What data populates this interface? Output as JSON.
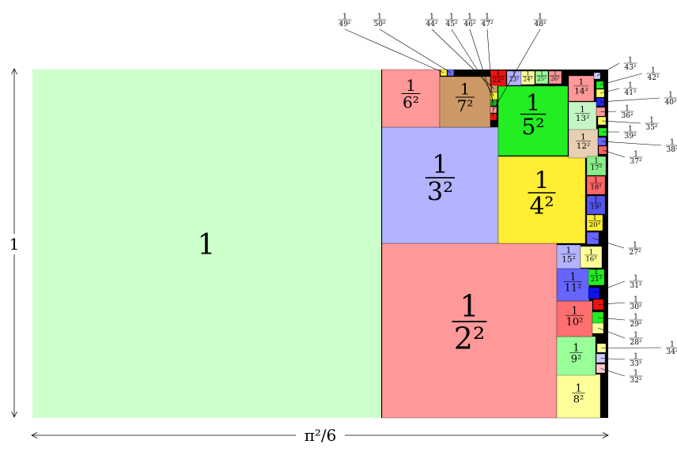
{
  "colors": {
    "background": "#ffffff",
    "frame": "#000000",
    "axis": "#000000"
  },
  "labels": {
    "height": "1",
    "width": "π²/6"
  },
  "squares": [
    {
      "n": 1,
      "label": "1",
      "color": "#ccffcc"
    },
    {
      "n": 2,
      "num": "1",
      "den": "2²",
      "color": "#ff9999"
    },
    {
      "n": 3,
      "num": "1",
      "den": "3²",
      "color": "#b3b3ff"
    },
    {
      "n": 4,
      "num": "1",
      "den": "4²",
      "color": "#ffee33"
    },
    {
      "n": 5,
      "num": "1",
      "den": "5²",
      "color": "#22ee22"
    },
    {
      "n": 6,
      "num": "1",
      "den": "6²",
      "color": "#ff9999"
    },
    {
      "n": 7,
      "num": "1",
      "den": "7²",
      "color": "#cc9966"
    },
    {
      "n": 8,
      "num": "1",
      "den": "8²",
      "color": "#ffff99"
    },
    {
      "n": 9,
      "num": "1",
      "den": "9²",
      "color": "#99ff99"
    },
    {
      "n": 10,
      "num": "1",
      "den": "10²",
      "color": "#ff6f6f"
    },
    {
      "n": 11,
      "num": "1",
      "den": "11²",
      "color": "#6666ff"
    },
    {
      "n": 12,
      "num": "1",
      "den": "12²",
      "color": "#e6cfb3"
    },
    {
      "n": 13,
      "num": "1",
      "den": "13²",
      "color": "#c5f5c5"
    },
    {
      "n": 14,
      "num": "1",
      "den": "14²",
      "color": "#ff9999"
    },
    {
      "n": 15,
      "num": "1",
      "den": "15²",
      "color": "#b3b3ff"
    },
    {
      "n": 16,
      "num": "1",
      "den": "16²",
      "color": "#ffff99"
    },
    {
      "n": 17,
      "num": "1",
      "den": "17²",
      "color": "#88ee88"
    },
    {
      "n": 18,
      "num": "1",
      "den": "18²",
      "color": "#ff6666"
    },
    {
      "n": 19,
      "num": "1",
      "den": "19²",
      "color": "#5555ee"
    },
    {
      "n": 20,
      "num": "1",
      "den": "20²",
      "color": "#ffee33"
    },
    {
      "n": 21,
      "num": "1",
      "den": "21²",
      "color": "#22ee22"
    },
    {
      "n": 22,
      "num": "1",
      "den": "22²",
      "color": "#ee1111"
    },
    {
      "n": 23,
      "num": "1",
      "den": "23²",
      "color": "#b3b3ff"
    },
    {
      "n": 24,
      "num": "1",
      "den": "24²",
      "color": "#ffff99"
    },
    {
      "n": 25,
      "num": "1",
      "den": "25²",
      "color": "#99ff99"
    },
    {
      "n": 26,
      "num": "1",
      "den": "26²",
      "color": "#ff9999"
    },
    {
      "n": 27,
      "num": "1",
      "den": "27²",
      "color": "#6666ff"
    },
    {
      "n": 28,
      "num": "1",
      "den": "28²",
      "color": "#ffff99"
    },
    {
      "n": 29,
      "num": "1",
      "den": "29²",
      "color": "#22ee22"
    },
    {
      "n": 30,
      "num": "1",
      "den": "30²",
      "color": "#ee1111"
    },
    {
      "n": 31,
      "num": "1",
      "den": "31²",
      "color": "#1111ee"
    },
    {
      "n": 32,
      "num": "1",
      "den": "32²",
      "color": "#ffcccc"
    },
    {
      "n": 33,
      "num": "1",
      "den": "33²",
      "color": "#ccccff"
    },
    {
      "n": 34,
      "num": "1",
      "den": "34²",
      "color": "#ffff99"
    },
    {
      "n": 35,
      "num": "1",
      "den": "35²",
      "color": "#ffff66"
    },
    {
      "n": 36,
      "num": "1",
      "den": "36²",
      "color": "#ff9999"
    },
    {
      "n": 37,
      "num": "1",
      "den": "37²",
      "color": "#ff6666"
    },
    {
      "n": 38,
      "num": "1",
      "den": "38²",
      "color": "#6666ff"
    },
    {
      "n": 39,
      "num": "1",
      "den": "39²",
      "color": "#22ee22"
    },
    {
      "n": 40,
      "num": "1",
      "den": "40²",
      "color": "#2222ee"
    },
    {
      "n": 41,
      "num": "1",
      "den": "41²",
      "color": "#ffff66"
    },
    {
      "n": 42,
      "num": "1",
      "den": "42²",
      "color": "#22ee22"
    },
    {
      "n": 43,
      "num": "1",
      "den": "43²",
      "color": "#ccccff"
    },
    {
      "n": 44,
      "num": "1",
      "den": "44²",
      "color": "#cc9966"
    },
    {
      "n": 45,
      "num": "1",
      "den": "45²",
      "color": "#ffee33"
    },
    {
      "n": 46,
      "num": "1",
      "den": "46²",
      "color": "#22aa22"
    },
    {
      "n": 47,
      "num": "1",
      "den": "47²",
      "color": "#ee1111"
    },
    {
      "n": 48,
      "num": "1",
      "den": "48²",
      "color": "#ff9999"
    },
    {
      "n": 49,
      "num": "1",
      "den": "49²",
      "color": "#ffee33"
    },
    {
      "n": 50,
      "num": "1",
      "den": "50²",
      "color": "#6666ff"
    }
  ]
}
